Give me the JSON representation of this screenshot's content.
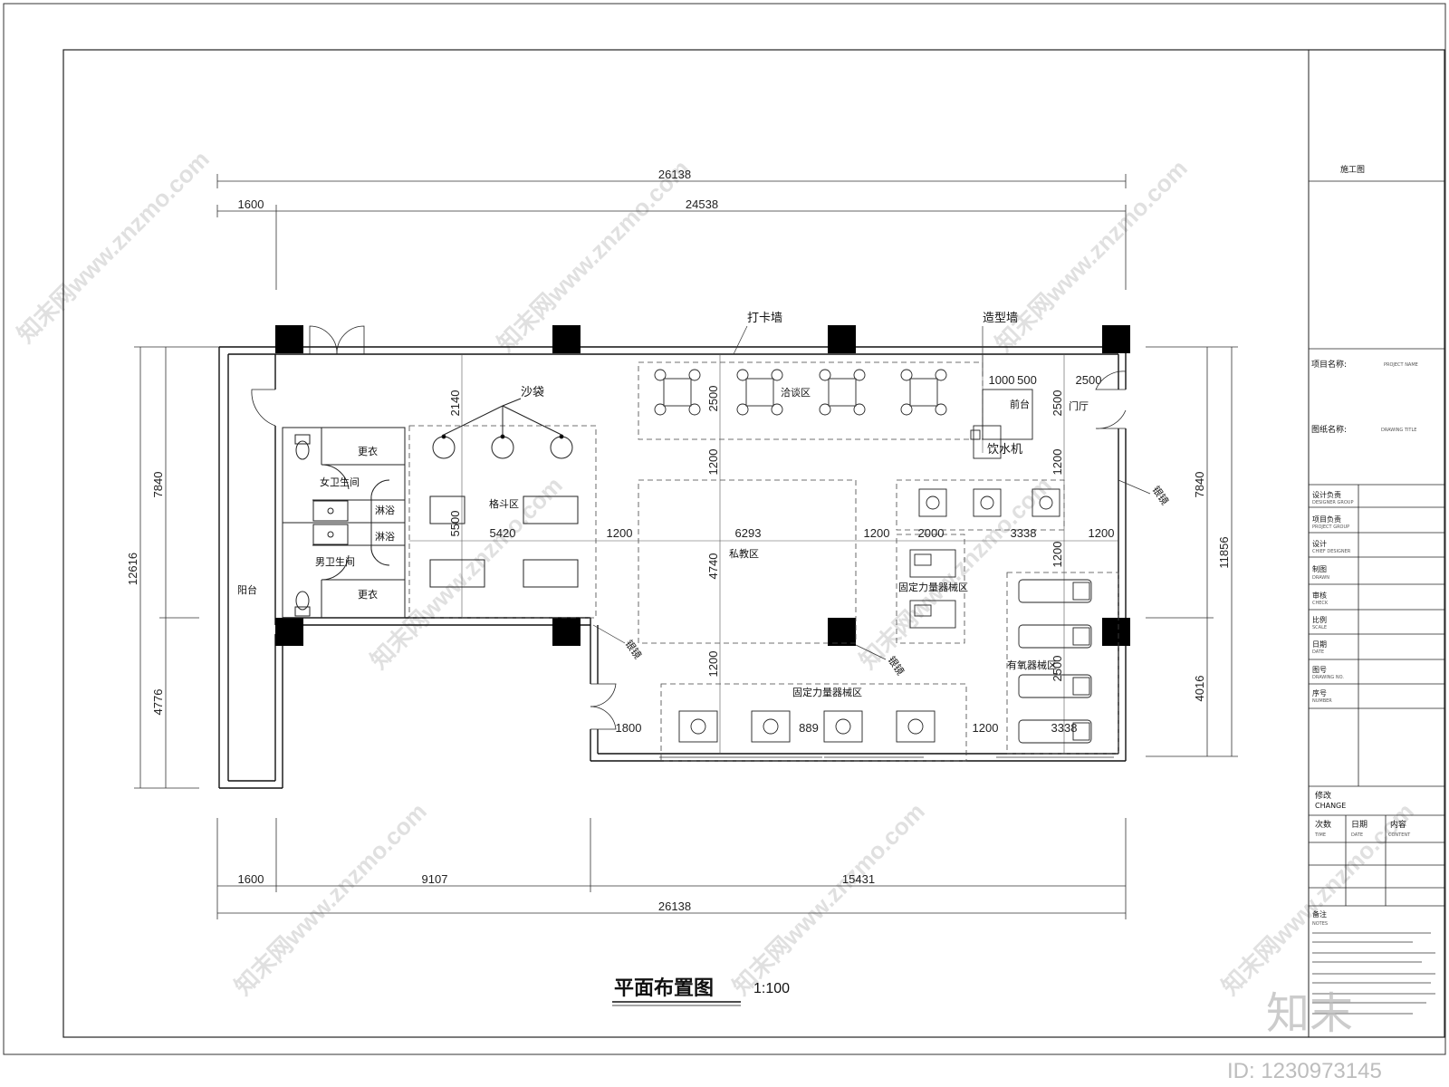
{
  "drawing": {
    "title": "平面布置图",
    "scale": "1:100",
    "id_label": "ID: 1230973145",
    "brand_mark": "知末"
  },
  "dimensions": {
    "top_total": "26138",
    "top_left": "1600",
    "top_right": "24538",
    "bottom_left": "1600",
    "bottom_mid": "9107",
    "bottom_right": "15431",
    "bottom_total": "26138",
    "left_total": "12616",
    "left_upper": "7840",
    "left_lower": "4776",
    "right_total": "11856",
    "right_upper": "7840",
    "right_lower": "4016",
    "d2140": "2140",
    "d5500": "5500",
    "d5420": "5420",
    "d1200a": "1200",
    "d6293": "6293",
    "d1200b": "1200",
    "d2000": "2000",
    "d3338a": "3338",
    "d1200c": "1200",
    "d2500a": "2500",
    "d1000": "1000",
    "d500": "500",
    "d2500b": "2500",
    "d2500c": "2500",
    "d1200d": "1200",
    "d1200e": "1200",
    "d4740": "4740",
    "d1200f": "1200",
    "d1200g": "1200",
    "d1800": "1800",
    "d889": "889",
    "d1200h": "1200",
    "d3338b": "3338",
    "d2500d": "2500"
  },
  "rooms": {
    "balcony": "阳台",
    "changing_top": "更衣",
    "womens_wc": "女卫生间",
    "shower_top": "淋浴",
    "shower_bottom": "淋浴",
    "mens_wc": "男卫生间",
    "changing_bottom": "更衣",
    "sandbag": "沙袋",
    "boxing": "格斗区",
    "checkin_wall": "打卡墙",
    "lounge": "洽谈区",
    "feature_wall": "造型墙",
    "reception": "前台",
    "lobby": "门厅",
    "water": "饮水机",
    "private": "私教区",
    "strength_right": "固定力量器械区",
    "strength_bottom": "固定力量器械区",
    "cardio": "有氧器械区",
    "mirror_left": "银镜",
    "mirror_center": "银镜",
    "mirror_right": "银镜"
  },
  "title_block": {
    "stage": "施工图",
    "project_name_label": "项目名称:",
    "project_name_en": "PROJECT NAME",
    "drawing_title_label": "图纸名称:",
    "drawing_title_en": "DRAWING TITLE",
    "rows": [
      {
        "cn": "设计负责",
        "en": "DESIGNER GROUP"
      },
      {
        "cn": "项目负责",
        "en": "PROJECT GROUP"
      },
      {
        "cn": "设计",
        "en": "CHIEF DESIGNER"
      },
      {
        "cn": "制图",
        "en": "DRAWN"
      },
      {
        "cn": "审核",
        "en": "CHECK"
      },
      {
        "cn": "比例",
        "en": "SCALE"
      },
      {
        "cn": "日期",
        "en": "DATE"
      },
      {
        "cn": "图号",
        "en": "DRAWING NO."
      },
      {
        "cn": "序号",
        "en": "NUMBER"
      }
    ],
    "change_cn": "修改",
    "change_en": "CHANGE",
    "col_times_cn": "次数",
    "col_times_en": "TIME",
    "col_date_cn": "日期",
    "col_date_en": "DATE",
    "col_content_cn": "内容",
    "col_content_en": "CONTENT",
    "notes_label": "备注",
    "notes_en": "NOTES"
  },
  "watermark": "知末网www.znzmo.com"
}
